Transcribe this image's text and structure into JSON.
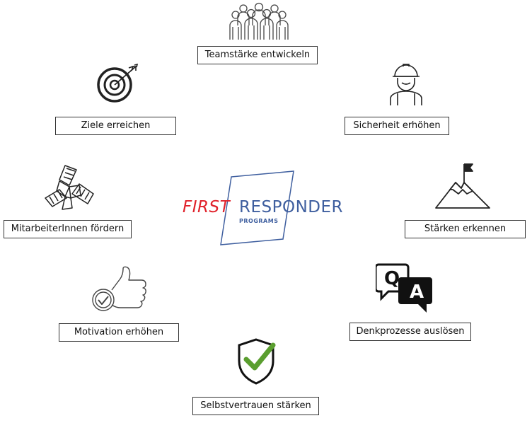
{
  "logo": {
    "first": "FIRST",
    "responder": "RESPONDER",
    "programs": "PROGRAMS",
    "colors": {
      "first": "#e0222b",
      "responder": "#3f5f9f"
    }
  },
  "items": [
    {
      "icon": "team-icon",
      "label": "Teamstärke entwickeln"
    },
    {
      "icon": "worker-helmet-icon",
      "label": "Sicherheit erhöhen"
    },
    {
      "icon": "mountain-flag-icon",
      "label": "Stärken erkennen"
    },
    {
      "icon": "qa-speech-bubbles-icon",
      "label": "Denkprozesse auslösen"
    },
    {
      "icon": "shield-check-icon",
      "label": "Selbstvertrauen stärken"
    },
    {
      "icon": "thumbs-up-check-icon",
      "label": "Motivation erhöhen"
    },
    {
      "icon": "joined-hands-icon",
      "label": "MitarbeiterInnen fördern"
    },
    {
      "icon": "target-arrow-icon",
      "label": "Ziele erreichen"
    }
  ],
  "accent_check_color": "#5a9e2f"
}
